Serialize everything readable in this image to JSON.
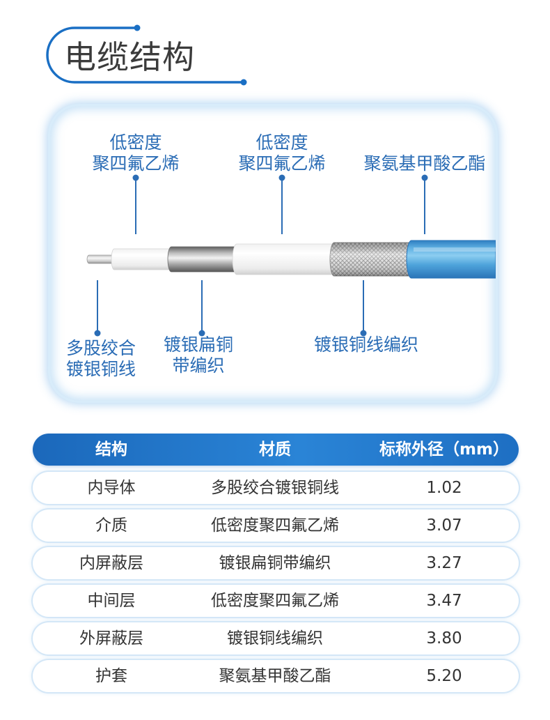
{
  "title": "电缆结构",
  "colors": {
    "accent": "#1a6fc4",
    "label": "#2a6cb5",
    "text": "#333333",
    "jacket": "#3f97d4"
  },
  "diagram": {
    "top_labels": [
      {
        "lines": [
          "低密度",
          "聚四氟乙烯"
        ]
      },
      {
        "lines": [
          "低密度",
          "聚四氟乙烯"
        ]
      },
      {
        "lines": [
          "聚氨基甲酸乙酯"
        ]
      }
    ],
    "bottom_labels": [
      {
        "lines": [
          "多股绞合",
          "镀银铜线"
        ]
      },
      {
        "lines": [
          "镀银扁铜",
          "带编织"
        ]
      },
      {
        "lines": [
          "镀银铜线编织"
        ]
      }
    ]
  },
  "table": {
    "headers": {
      "structure": "结构",
      "material": "材质",
      "diameter": "标称外径（mm）"
    },
    "rows": [
      {
        "structure": "内导体",
        "material": "多股绞合镀银铜线",
        "diameter": "1.02"
      },
      {
        "structure": "介质",
        "material": "低密度聚四氟乙烯",
        "diameter": "3.07"
      },
      {
        "structure": "内屏蔽层",
        "material": "镀银扁铜带编织",
        "diameter": "3.27"
      },
      {
        "structure": "中间层",
        "material": "低密度聚四氟乙烯",
        "diameter": "3.47"
      },
      {
        "structure": "外屏蔽层",
        "material": "镀银铜线编织",
        "diameter": "3.80"
      },
      {
        "structure": "护套",
        "material": "聚氨基甲酸乙酯",
        "diameter": "5.20"
      }
    ]
  }
}
